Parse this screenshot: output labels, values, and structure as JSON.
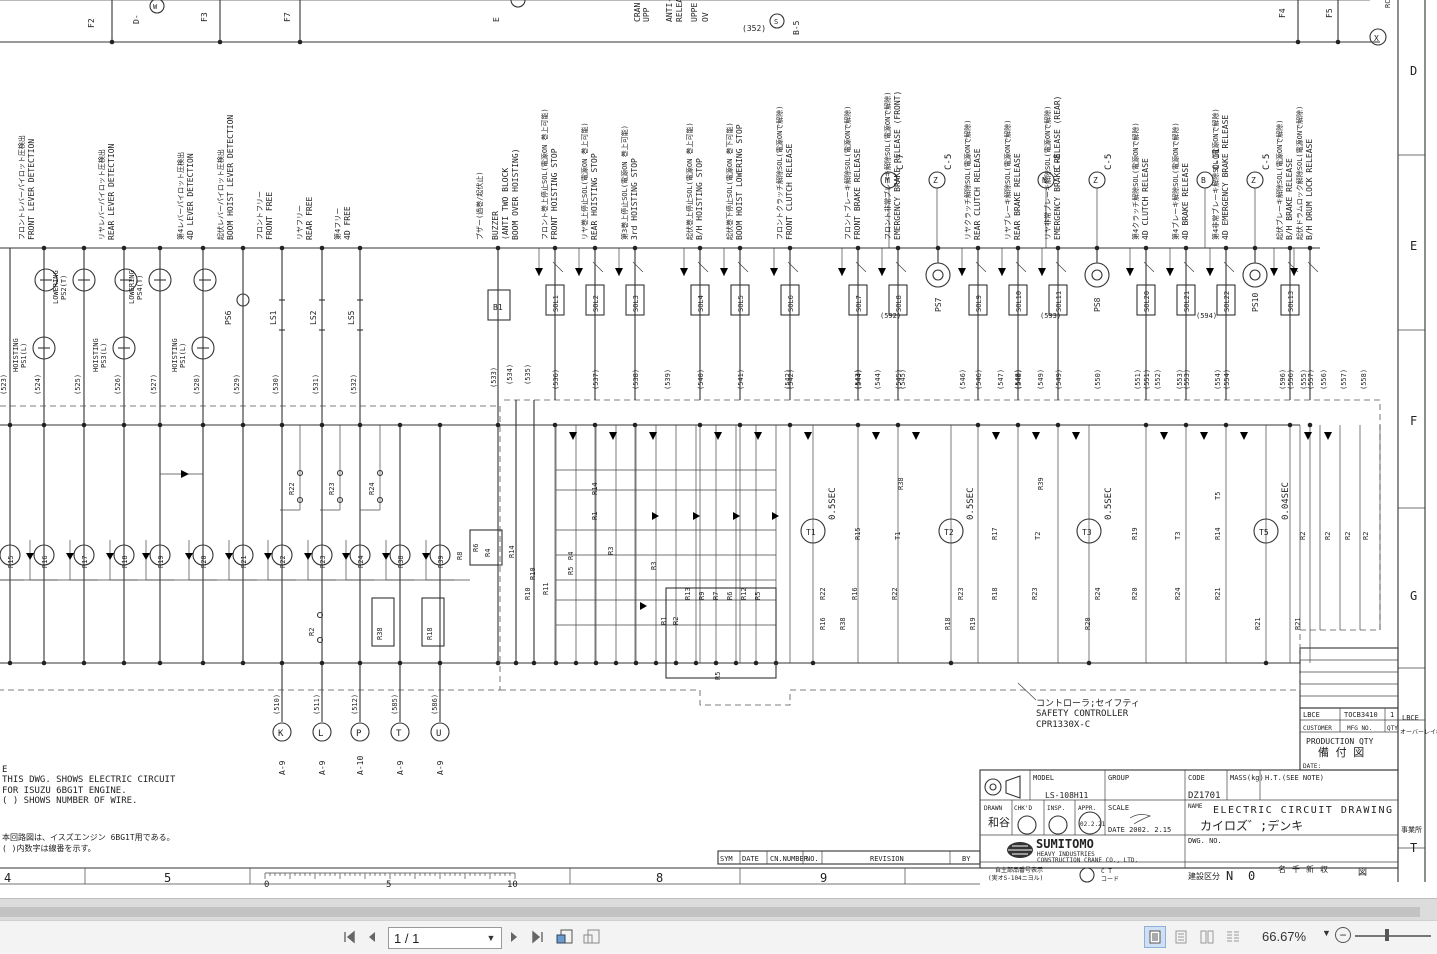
{
  "diagram": {
    "col_markers": [
      "4",
      "5",
      "8",
      "9"
    ],
    "row_markers": [
      "D",
      "E",
      "F",
      "G",
      "T"
    ],
    "top_labels": [
      "F2",
      "D-",
      "F3",
      "F7",
      "E",
      "CRAN",
      "UPP",
      "ANTI-T",
      "RELEA",
      "UPPE",
      "RE",
      "OV",
      "(352)",
      "B-5",
      "F4",
      "F5",
      "RC"
    ],
    "inputs": [
      {
        "wire": "(523)",
        "sw": "",
        "sub": "",
        "jp": "",
        "en": ""
      },
      {
        "wire": "(524)",
        "sw": "PS1(L)",
        "sub": "HOISTING",
        "jp": "フロントレバーパイロット圧検出",
        "en": "FRONT LEVER DETECTION"
      },
      {
        "wire": "(525)",
        "sw": "PS2(T)",
        "sub": "LOWERING",
        "jp": "",
        "en": ""
      },
      {
        "wire": "(526)",
        "sw": "PS3(L)",
        "sub": "HOISTING",
        "jp": "リヤレバーパイロット圧検出",
        "en": "REAR LEVER DETECTION"
      },
      {
        "wire": "(527)",
        "sw": "PS4(T)",
        "sub": "LOWERING",
        "jp": "",
        "en": ""
      },
      {
        "wire": "(528)",
        "sw": "PS1(L)",
        "sub": "HOISTING",
        "jp": "第4レバーパイロット圧検出",
        "en": "4D LEVER DETECTION"
      },
      {
        "wire": "(529)",
        "sw": "PS6",
        "sub": "",
        "jp": "起伏レバーパイロット圧検出",
        "en": "BOOM HOIST LEVER DETECTION"
      },
      {
        "wire": "(530)",
        "sw": "LS1",
        "sub": "",
        "jp": "フロントフリー",
        "en": "FRONT FREE"
      },
      {
        "wire": "(531)",
        "sw": "LS2",
        "sub": "",
        "jp": "リヤフリー",
        "en": "REAR FREE"
      },
      {
        "wire": "(532)",
        "sw": "LS5",
        "sub": "",
        "jp": "第4フリー",
        "en": "4D FREE"
      }
    ],
    "buzzer": {
      "wire": "(533)",
      "label": "B1",
      "jp": "ブザー(過巻/起伏止)",
      "en1": "BUZZER",
      "en2": "(ANTI TWO BLOCK",
      "en3": "BOOM OVER HOISTING)"
    },
    "sols": [
      {
        "wire": "(536)",
        "label": "SOL1",
        "jp": "フロント巻上停止SOL(電源ON 巻上可能)",
        "en": "FRONT HOISTING STOP"
      },
      {
        "wire": "(537)",
        "label": "SOL2",
        "jp": "リヤ巻上停止SOL(電源ON 巻上可能)",
        "en": "REAR HOISTING STOP"
      },
      {
        "wire": "(538)",
        "label": "SOL3",
        "jp": "第3巻上停止SOL(電源ON 巻上可能)",
        "en": "3rd HOISTING STOP"
      },
      {
        "wire": "(540)",
        "label": "SOL4",
        "jp": "起伏巻上停止SOL(電源ON 巻上可能)",
        "en": "B/H HOISTING STOP"
      },
      {
        "wire": "(541)",
        "label": "SOL5",
        "jp": "起伏巻下停止SOL(電源ON 巻下可能)",
        "en": "BOOM HOIST LOWERING STOP"
      },
      {
        "wire": "(542)",
        "label": "SOL6",
        "jp": "フロントクラッチ解除SOL(電源ONで解除)",
        "en": "FRONT CLUTCH RELEASE"
      },
      {
        "wire": "(544)",
        "label": "SOL7",
        "jp": "フロントブレーキ解除SOL(電源ONで解除)",
        "en": "FRONT BRAKE RELEASE"
      },
      {
        "wire": "(545)",
        "label": "SOL8",
        "jp": "フロント非常ブレーキ解除SOL(電源ONで解除)",
        "en": "EMERGENCY BRAKE RELEASE (FRONT)"
      },
      {
        "wire": "(546)",
        "label": "SOL9",
        "jp": "リヤクラッチ解除SOL(電源ONで解除)",
        "en": "REAR CLUTCH RELEASE"
      },
      {
        "wire": "(548)",
        "label": "SOL10",
        "jp": "リヤブレーキ解除SOL(電源ONで解除)",
        "en": "REAR BRAKE RELEASE"
      },
      {
        "wire": "(549)",
        "label": "SOL11",
        "jp": "リヤ非常ブレーキ解除SOL(電源ONで解除)",
        "en": "EMERGENCY BRAKE RELEASE (REAR)"
      },
      {
        "wire": "(551)",
        "label": "SOL20",
        "jp": "第4クラッチ解除SOL(電源ONで解除)",
        "en": "4D CLUTCH RELEASE"
      },
      {
        "wire": "(553)",
        "label": "SOL21",
        "jp": "第4ブレーキ解除SOL(電源ONで解除)",
        "en": "4D BRAKE RELEASE"
      },
      {
        "wire": "(554)",
        "label": "SOL22",
        "jp": "第4非常ブレーキ解除SOL(電源ONで解除)",
        "en": "4D EMERGENCY BRAKE RELEASE"
      },
      {
        "wire": "(556)",
        "label": "SOL13",
        "jp": "起伏ブレーキ解除SOL(電源ONで解除)",
        "en": "B/H BRAKE RELEASE"
      },
      {
        "wire": "(557)",
        "label": "",
        "jp": "起伏ドラムロック解除SOL(電源ONで解除)",
        "en": "B/H DRUM LOCK RELEASE"
      }
    ],
    "pressure_switches": [
      "PS7",
      "PS8",
      "PS10"
    ],
    "c_tags": [
      "C-7",
      "C-5",
      "C-8",
      "C-5",
      "C-11",
      "C-5"
    ],
    "relays": [
      "R15",
      "R16",
      "R17",
      "R18",
      "R19",
      "R20",
      "R21",
      "R22",
      "R23",
      "R24",
      "R38",
      "R39"
    ],
    "timers": [
      {
        "label": "T1",
        "time": "0.5SEC"
      },
      {
        "label": "T2",
        "time": "0.5SEC"
      },
      {
        "label": "T3",
        "time": "0.5SEC"
      },
      {
        "label": "T5",
        "time": "0.04SEC"
      }
    ],
    "connectors": [
      {
        "wire": "(510)",
        "letter": "K",
        "ref": "A-9"
      },
      {
        "wire": "(511)",
        "letter": "L",
        "ref": "A-9"
      },
      {
        "wire": "(512)",
        "letter": "P",
        "ref": "A-10"
      },
      {
        "wire": "(585)",
        "letter": "T",
        "ref": "A-9"
      },
      {
        "wire": "(586)",
        "letter": "U",
        "ref": "A-9"
      }
    ],
    "controller": {
      "jp": "コントローラ;セイフティ",
      "line1": "SAFETY CONTROLLER",
      "line2": "CPR1330X-C"
    },
    "notes": [
      "E",
      "THIS DWG. SHOWS ELECTRIC CIRCUIT",
      "FOR ISUZU 6BG1T ENGINE.",
      "( ) SHOWS NUMBER OF WIRE.",
      "本回路図は、イスズエンジン 6BG1T用である。",
      "( )内数字は線番を示す。"
    ],
    "revision_headers": [
      "SYM",
      "DATE",
      "CN.NUMBER",
      "NO.",
      "REVISION",
      "BY"
    ],
    "scale_ticks": [
      "0",
      "5",
      "10"
    ],
    "title_block": {
      "lbce": "LBCE",
      "part": "TOCB3410",
      "sheet": "1",
      "lbce2": "LBCE",
      "customer": "CUSTOMER",
      "mfg": "MFG NO.",
      "qty": "QTY",
      "overlay": "オーバーレイ枚数",
      "prod_qty": "PRODUCTION QTY",
      "appendix": "備 付 図",
      "date_lbl": "DATE:",
      "model_lbl": "MODEL",
      "model": "LS-108H11",
      "group_lbl": "GROUP",
      "code_lbl": "CODE",
      "code": "DZ1701",
      "mass_lbl": "MASS(kg)",
      "ht": "H.T.(SEE NOTE)",
      "drawn": "DRAWN",
      "chkd": "CHK'D",
      "insp": "INSP.",
      "appr": "APPR.",
      "scale_lbl": "SCALE",
      "date_drawn": "DATE 2002. 2.15",
      "stamp": "02.2.21",
      "sign1": "和谷",
      "name_lbl": "NAME",
      "title_en": "ELECTRIC CIRCUIT DRAWING",
      "title_jp": "カイロズ゛;デンキ",
      "dwg_lbl": "DWG. NO.",
      "office": "事業所",
      "company": "SUMITOMO",
      "company2": "HEAVY INDUSTRIES",
      "company3": "CONSTRUCTION CRANE CO., LTD.",
      "footer1": "自主部品番号表示",
      "footer2": "(実オS-104ニヨル)",
      "kbn": "建設区分",
      "kbn_val": "N",
      "kbn_val2": "0",
      "ct": "C T",
      "code_jp": "コード",
      "stamp_chars": [
        "名",
        "千",
        "新",
        "収"
      ],
      "end_box": "図"
    }
  },
  "toolbar": {
    "page_value": "1 / 1",
    "zoom": "66.67%"
  },
  "icons": {
    "first": "first-page-icon",
    "prev": "prev-page-icon",
    "next": "next-page-icon",
    "last": "last-page-icon",
    "fit_page": "fit-page-icon",
    "fit_width": "fit-width-icon",
    "zoom_out": "zoom-out-icon"
  }
}
